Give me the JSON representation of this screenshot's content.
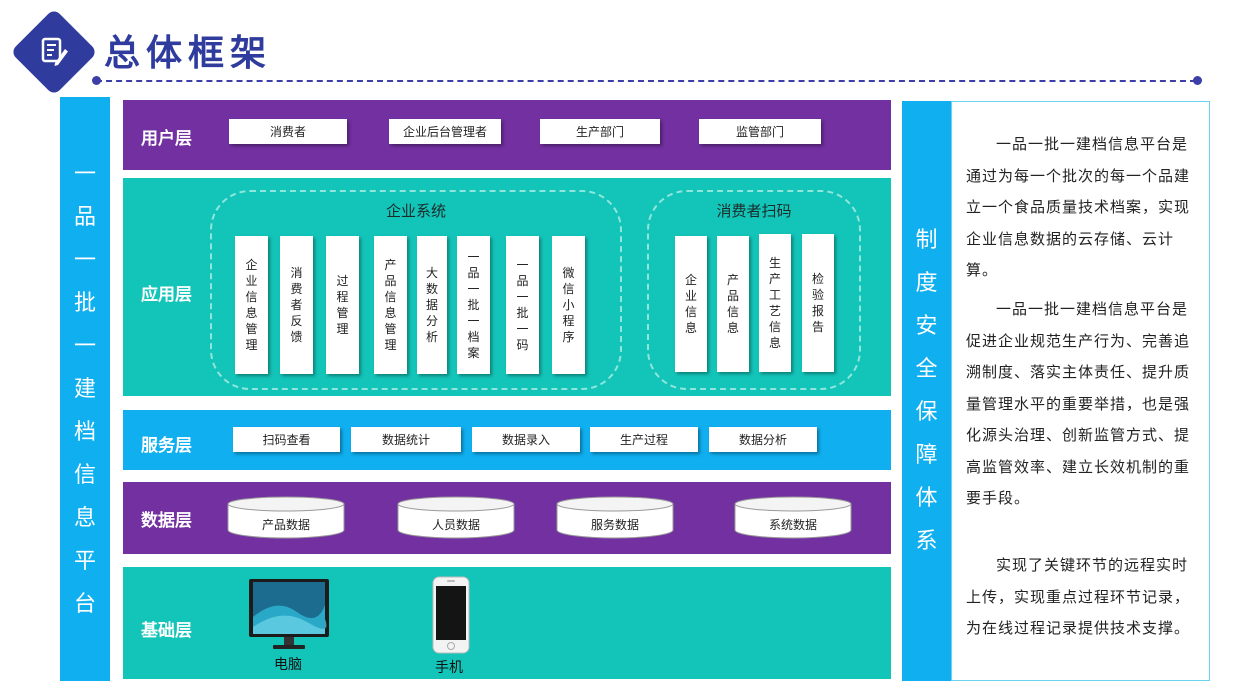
{
  "header": {
    "title": "总体框架",
    "icon": "edit-document-icon"
  },
  "left_bar": {
    "title": "一品一批一建档信息平台"
  },
  "right_bar": {
    "title": "制度安全保障体系"
  },
  "layers": {
    "user": {
      "label": "用户层",
      "chips": [
        "消费者",
        "企业后台管理者",
        "生产部门",
        "监管部门"
      ]
    },
    "app": {
      "label": "应用层",
      "enterprise_group": {
        "title": "企业系统",
        "cards": [
          "企业信息管理",
          "消费者反馈",
          "过程管理",
          "产品信息管理",
          "大数据分析",
          "一品一批一档案",
          "一品一批一码",
          "微信小程序"
        ]
      },
      "consumer_group": {
        "title": "消费者扫码",
        "cards": [
          "企业信息",
          "产品信息",
          "生产工艺信息",
          "检验报告"
        ]
      }
    },
    "service": {
      "label": "服务层",
      "chips": [
        "扫码查看",
        "数据统计",
        "数据录入",
        "生产过程",
        "数据分析"
      ]
    },
    "data": {
      "label": "数据层",
      "cylinders": [
        "产品数据",
        "人员数据",
        "服务数据",
        "系统数据"
      ]
    },
    "base": {
      "label": "基础层",
      "devices": [
        {
          "name": "电脑",
          "icon": "monitor-icon"
        },
        {
          "name": "手机",
          "icon": "phone-icon"
        }
      ]
    }
  },
  "description": [
    "一品一批一建档信息平台是通过为每一个批次的每一个品建立一个食品质量技术档案，实现企业信息数据的云存储、云计算。",
    "一品一批一建档信息平台是促进企业规范生产行为、完善追溯制度、落实主体责任、提升质量管理水平的重要举措，也是强化源头治理、创新监管方式、提高监管效率、建立长效机制的重要手段。",
    "实现了关键环节的远程实时上传，实现重点过程环节记录，为在线过程记录提供技术支撑。"
  ],
  "colors": {
    "purple": "#7230a0",
    "teal": "#13c4b8",
    "blue": "#10aff0",
    "navy": "#2f3c9e"
  }
}
